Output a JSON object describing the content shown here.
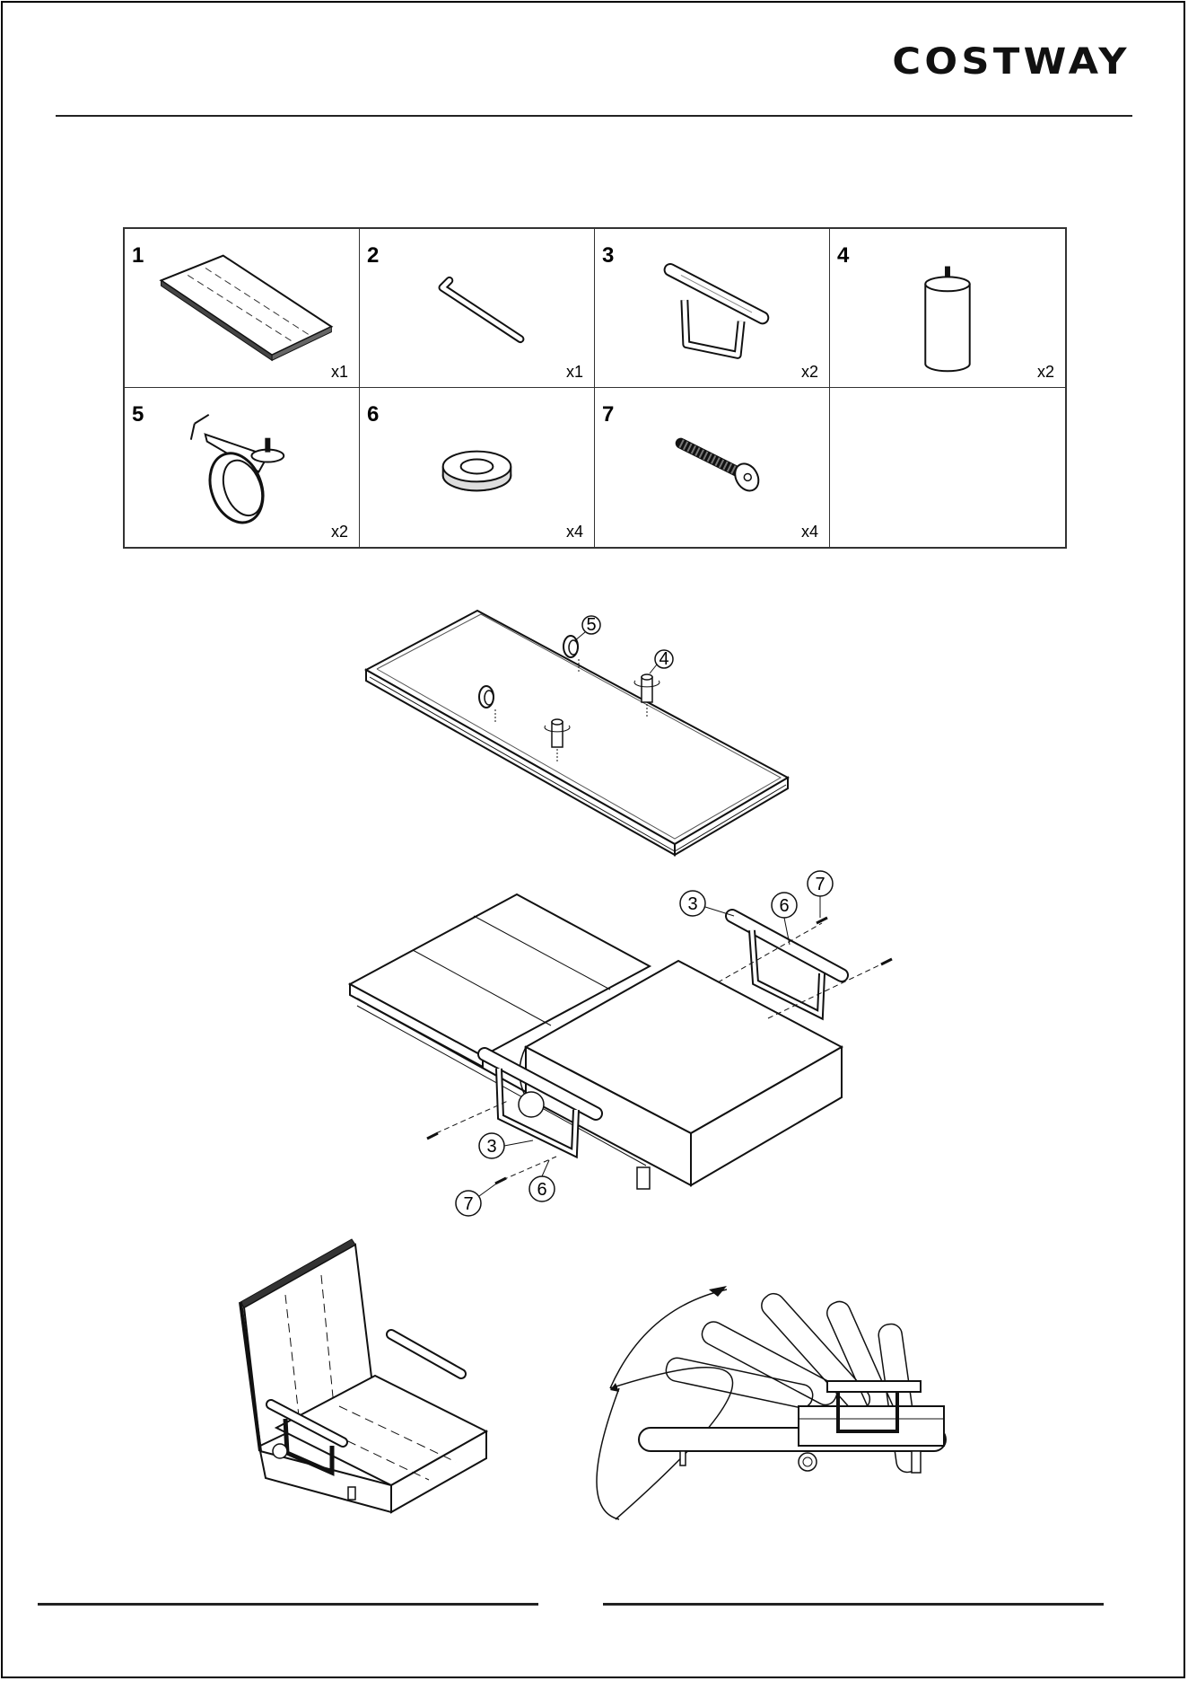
{
  "header": {
    "brand": "COSTWAY"
  },
  "parts": [
    {
      "number": "1",
      "qty": "x1",
      "icon": "board-icon"
    },
    {
      "number": "2",
      "qty": "x1",
      "icon": "allen-key-icon"
    },
    {
      "number": "3",
      "qty": "x2",
      "icon": "armrest-icon"
    },
    {
      "number": "4",
      "qty": "x2",
      "icon": "leg-icon"
    },
    {
      "number": "5",
      "qty": "x2",
      "icon": "caster-wheel-icon"
    },
    {
      "number": "6",
      "qty": "x4",
      "icon": "washer-icon"
    },
    {
      "number": "7",
      "qty": "x4",
      "icon": "bolt-icon"
    },
    {
      "number": "",
      "qty": "",
      "icon": ""
    }
  ],
  "step1": {
    "callouts": [
      "5",
      "4"
    ]
  },
  "step2": {
    "callouts": [
      "3",
      "6",
      "7",
      "3",
      "7",
      "6"
    ]
  }
}
